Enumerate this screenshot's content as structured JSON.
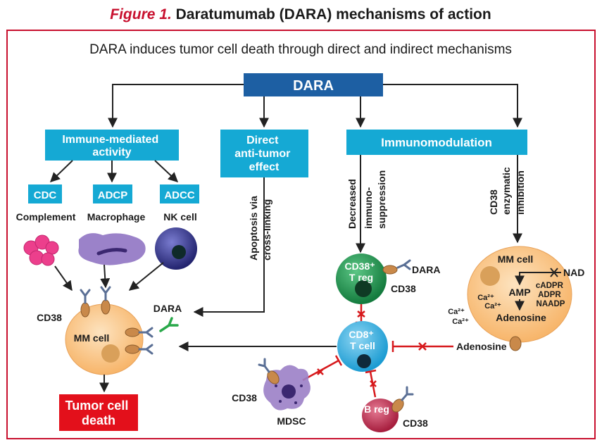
{
  "figure": {
    "label": "Figure 1.",
    "title": "Daratumumab (DARA) mechanisms of action",
    "subtitle": "DARA induces tumor cell death through direct and indirect mechanisms"
  },
  "top_box": {
    "label": "DARA"
  },
  "branches": {
    "immune": {
      "line1": "Immune-mediated",
      "line2": "activity"
    },
    "direct": {
      "line1": "Direct",
      "line2": "anti-tumor",
      "line3": "effect"
    },
    "immunomod": {
      "label": "Immunomodulation"
    }
  },
  "mechanisms": {
    "cdc": {
      "label": "CDC",
      "agent": "Complement"
    },
    "adcp": {
      "label": "ADCP",
      "agent": "Macrophage"
    },
    "adcc": {
      "label": "ADCC",
      "agent": "NK cell"
    }
  },
  "rotated_labels": {
    "apoptosis_1": "Apoptosis via",
    "apoptosis_2": "cross-linking",
    "decreased": "Decreased",
    "immuno_1": "immuno-",
    "immuno_2": "suppression",
    "cd38_1": "CD38",
    "cd38_2": "enzymatic",
    "cd38_3": "inhibition"
  },
  "mm_cell": {
    "label": "MM cell",
    "cd38": "CD38",
    "dara": "DARA"
  },
  "outcome": {
    "line1": "Tumor cell",
    "line2": "death"
  },
  "treg": {
    "line1": "CD38⁺",
    "line2": "T reg",
    "dara": "DARA",
    "cd38": "CD38"
  },
  "tcell": {
    "line1": "CD8⁺",
    "line2": "T cell"
  },
  "adenosine_label": "Adenosine",
  "mdsc": {
    "label": "MDSC",
    "cd38": "CD38"
  },
  "breg": {
    "label": "B reg",
    "cd38": "CD38"
  },
  "mm_cell_right": {
    "label": "MM cell",
    "nad": "NAD",
    "products_1": "cADPR",
    "products_2": "ADPR",
    "products_3": "NAADP",
    "amp": "AMP",
    "adenosine": "Adenosine",
    "ca_inner_1": "Ca²⁺",
    "ca_inner_2": "Ca²⁺",
    "ca_outer_1": "Ca²⁺",
    "ca_outer_2": "Ca²⁺"
  },
  "colors": {
    "figure_label": "#c8102e",
    "frame": "#c8102e",
    "navy_box": "#1d5fa3",
    "cyan_box": "#15a9d4",
    "red_box": "#e3101b",
    "inhibit": "#d7191c",
    "mm_cell_fill": "#fbc98c",
    "treg_fill": "#1f8f4e",
    "tcell_fill": "#2aaee0",
    "breg_fill": "#c6244a",
    "mdsc_fill": "#9b7fc6",
    "complement": "#ec3f8c",
    "macrophage": "#8a6cc0",
    "nk_cell": "#3b3c91"
  }
}
